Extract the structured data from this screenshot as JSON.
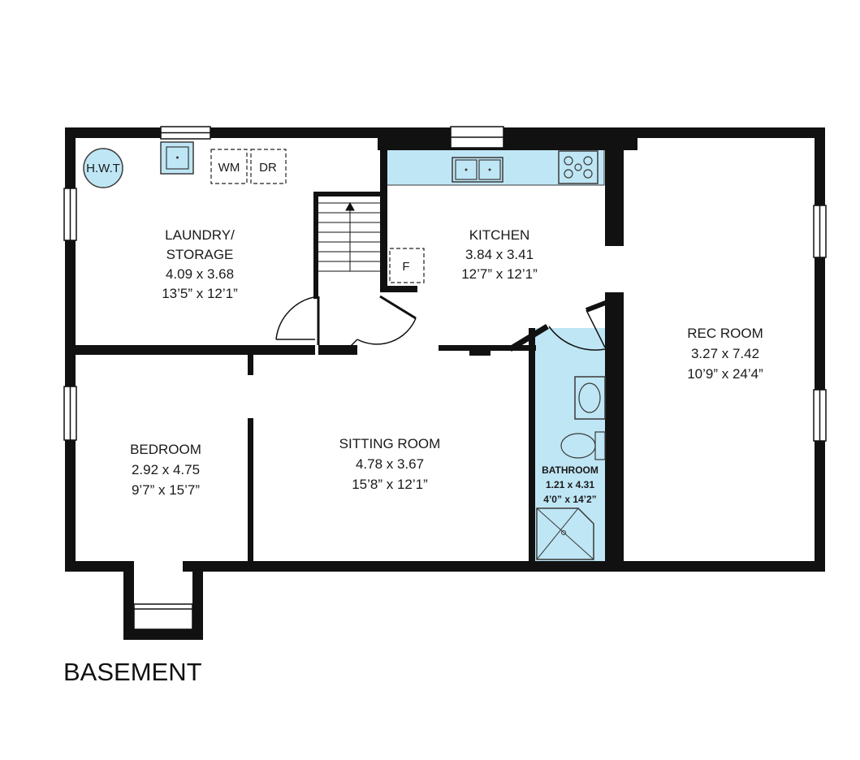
{
  "plan": {
    "title": "BASEMENT",
    "rooms": {
      "laundry": {
        "name_1": "LAUNDRY/",
        "name_2": "STORAGE",
        "metric": "4.09 x 3.68",
        "imperial": "13’5” x 12’1”"
      },
      "kitchen": {
        "name": "KITCHEN",
        "metric": "3.84 x 3.41",
        "imperial": "12’7” x 12’1”"
      },
      "rec_room": {
        "name": "REC ROOM",
        "metric": "3.27 x 7.42",
        "imperial": "10’9” x 24’4”"
      },
      "bedroom": {
        "name": "BEDROOM",
        "metric": "2.92 x 4.75",
        "imperial": "9’7” x 15’7”"
      },
      "sitting_room": {
        "name": "SITTING ROOM",
        "metric": "4.78 x 3.67",
        "imperial": "15’8” x 12’1”"
      },
      "bathroom": {
        "name": "BATHROOM",
        "metric": "1.21 x 4.31",
        "imperial": "4’0” x 14’2”"
      }
    },
    "fixtures": {
      "hot_water_tank": "H.W.T",
      "washer": "WM",
      "dryer": "DR",
      "furnace": "F"
    },
    "colors": {
      "wall": "#111111",
      "fixture_fill": "#bfe6f5",
      "fixture_stroke": "#3a3a3a"
    }
  }
}
